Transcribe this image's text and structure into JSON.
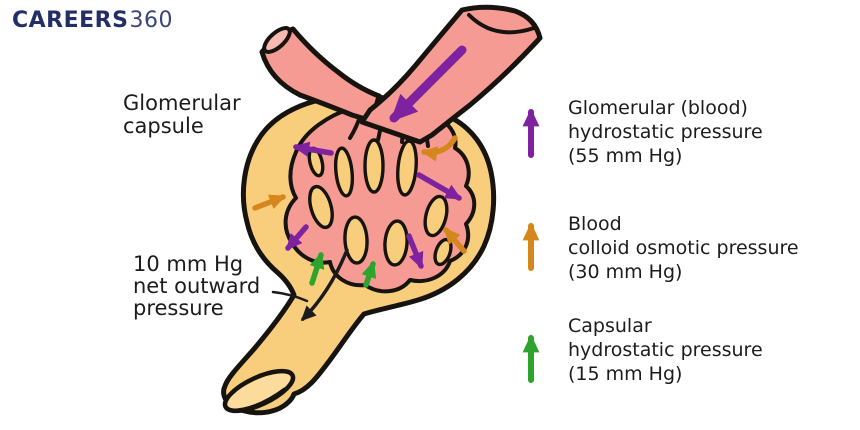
{
  "logo": {
    "brand": "CAREERS",
    "suffix": "360"
  },
  "labels": {
    "capsule_line1": "Glomerular",
    "capsule_line2": "capsule",
    "net_line1": "10 mm Hg",
    "net_line2": "net outward",
    "net_line3": "pressure"
  },
  "legend": {
    "items": [
      {
        "icon": "purple-up-arrow",
        "line1": "Glomerular (blood)",
        "line2": "hydrostatic pressure",
        "line3": "(55 mm Hg)"
      },
      {
        "icon": "orange-up-arrow",
        "line1": "Blood",
        "line2": "colloid osmotic pressure",
        "line3": "(30 mm Hg)"
      },
      {
        "icon": "green-up-arrow",
        "line1": "Capsular",
        "line2": "hydrostatic pressure",
        "line3": "(15 mm Hg)"
      }
    ]
  },
  "colors": {
    "capsule_fill": "#F8CE7D",
    "lumen_fill": "#FBDC9C",
    "vessel_fill": "#F59B94",
    "vessel_lumen": "#F8B9B1",
    "outline": "#17130F",
    "purple": "#7E22A0",
    "orange": "#D6871C",
    "green": "#2EA32E",
    "black_arrow": "#1B1B1B",
    "logo_primary": "#232E66",
    "logo_secondary": "#3A4677",
    "text": "#1C1C1C"
  }
}
